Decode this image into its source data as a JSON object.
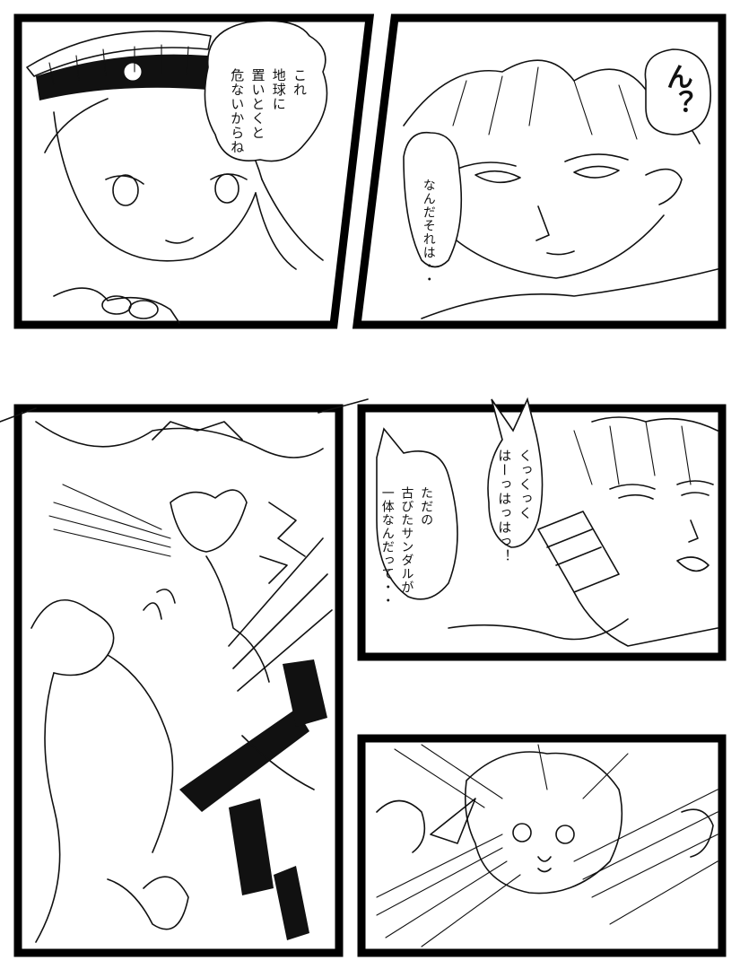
{
  "panels": [
    {
      "id": "panel-1",
      "bubbles": [
        {
          "lines": [
            "これ",
            "地球に",
            "置いとくと",
            "危ないからね"
          ]
        }
      ]
    },
    {
      "id": "panel-2",
      "bubbles": [
        {
          "lines": [
            "ん？"
          ]
        },
        {
          "lines": [
            "なんだそれは・・"
          ]
        }
      ]
    },
    {
      "id": "panel-3",
      "bubbles": []
    },
    {
      "id": "panel-4",
      "bubbles": [
        {
          "lines": [
            "くっくっく",
            "はーっはっはっ！"
          ]
        },
        {
          "lines": [
            "ただの",
            "古びたサンダルが",
            "一体なんだって・・"
          ]
        }
      ]
    },
    {
      "id": "panel-5",
      "bubbles": []
    }
  ],
  "colors": {
    "ink": "#111111",
    "paper": "#ffffff"
  }
}
